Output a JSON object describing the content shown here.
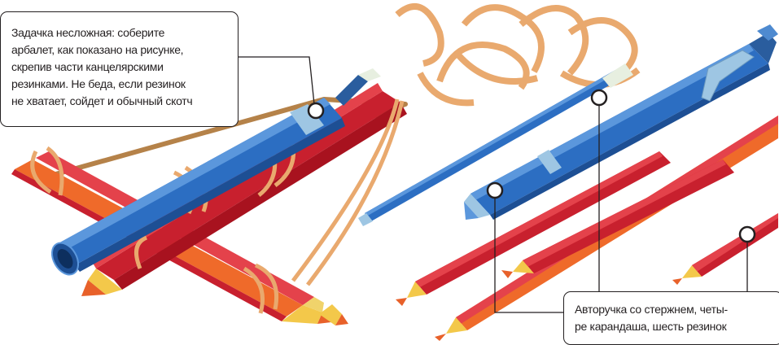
{
  "callouts": {
    "top": {
      "lines": [
        "Задачка несложная: соберите",
        "арбалет, как показано на рисунке,",
        "скрепив части канцелярскими",
        "резинками. Не беда, если резинок",
        "не хватает, сойдет и обычный скотч"
      ]
    },
    "bottom": {
      "lines": [
        "Авторучка со стержнем, четы-",
        "ре карандаша, шесть резинок"
      ]
    }
  },
  "colors": {
    "pencil_red": "#c8202e",
    "pencil_red_light": "#e4424b",
    "pencil_orange": "#ef6a2a",
    "pencil_wood": "#f3c84a",
    "pencil_tip": "#e8612a",
    "pen_blue": "#2c6ec2",
    "pen_blue_dark": "#1d4f94",
    "pen_blue_light": "#5b97dc",
    "pen_ring": "#9ec6e3",
    "rubber_band": "#e9a96e",
    "rubber_band_dark": "#b98552",
    "outline": "#231f20"
  }
}
